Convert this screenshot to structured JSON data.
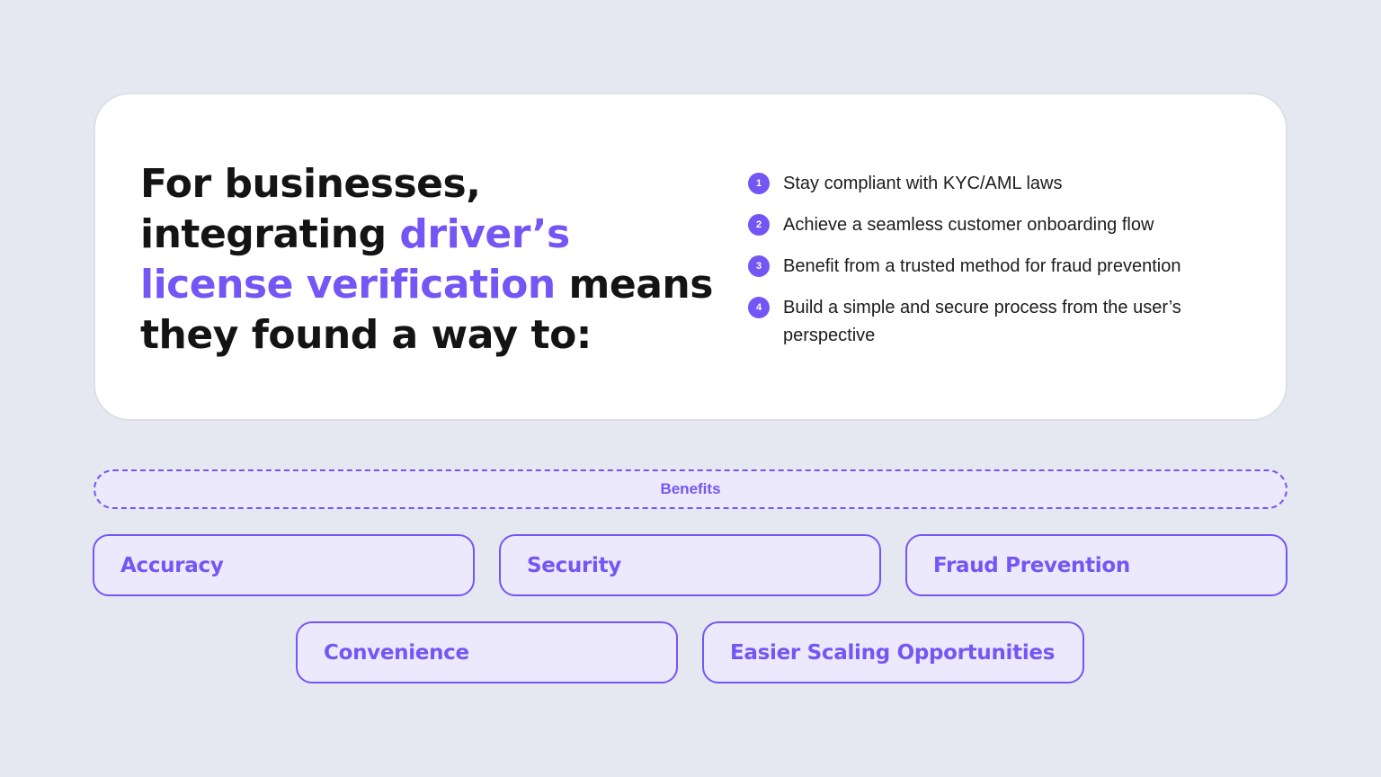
{
  "headline": {
    "part1": "For businesses, integrating ",
    "accent": "driver’s license verification",
    "part2": " means they found a way to:"
  },
  "steps": [
    {
      "number": "1",
      "text": "Stay compliant with KYC/AML laws"
    },
    {
      "number": "2",
      "text": "Achieve a seamless customer onboarding flow"
    },
    {
      "number": "3",
      "text": "Benefit from a trusted method for fraud prevention"
    },
    {
      "number": "4",
      "text": "Build a simple and secure process from the user’s perspective"
    }
  ],
  "benefits": {
    "label": "Benefits",
    "items": [
      "Accuracy",
      "Security",
      "Fraud Prevention",
      "Convenience",
      "Easier Scaling Opportunities"
    ]
  },
  "colors": {
    "accent": "#7456f5",
    "background": "#e5e8f0",
    "card": "#ffffff",
    "benefit_fill": "#ece9fc",
    "text": "#141414"
  }
}
